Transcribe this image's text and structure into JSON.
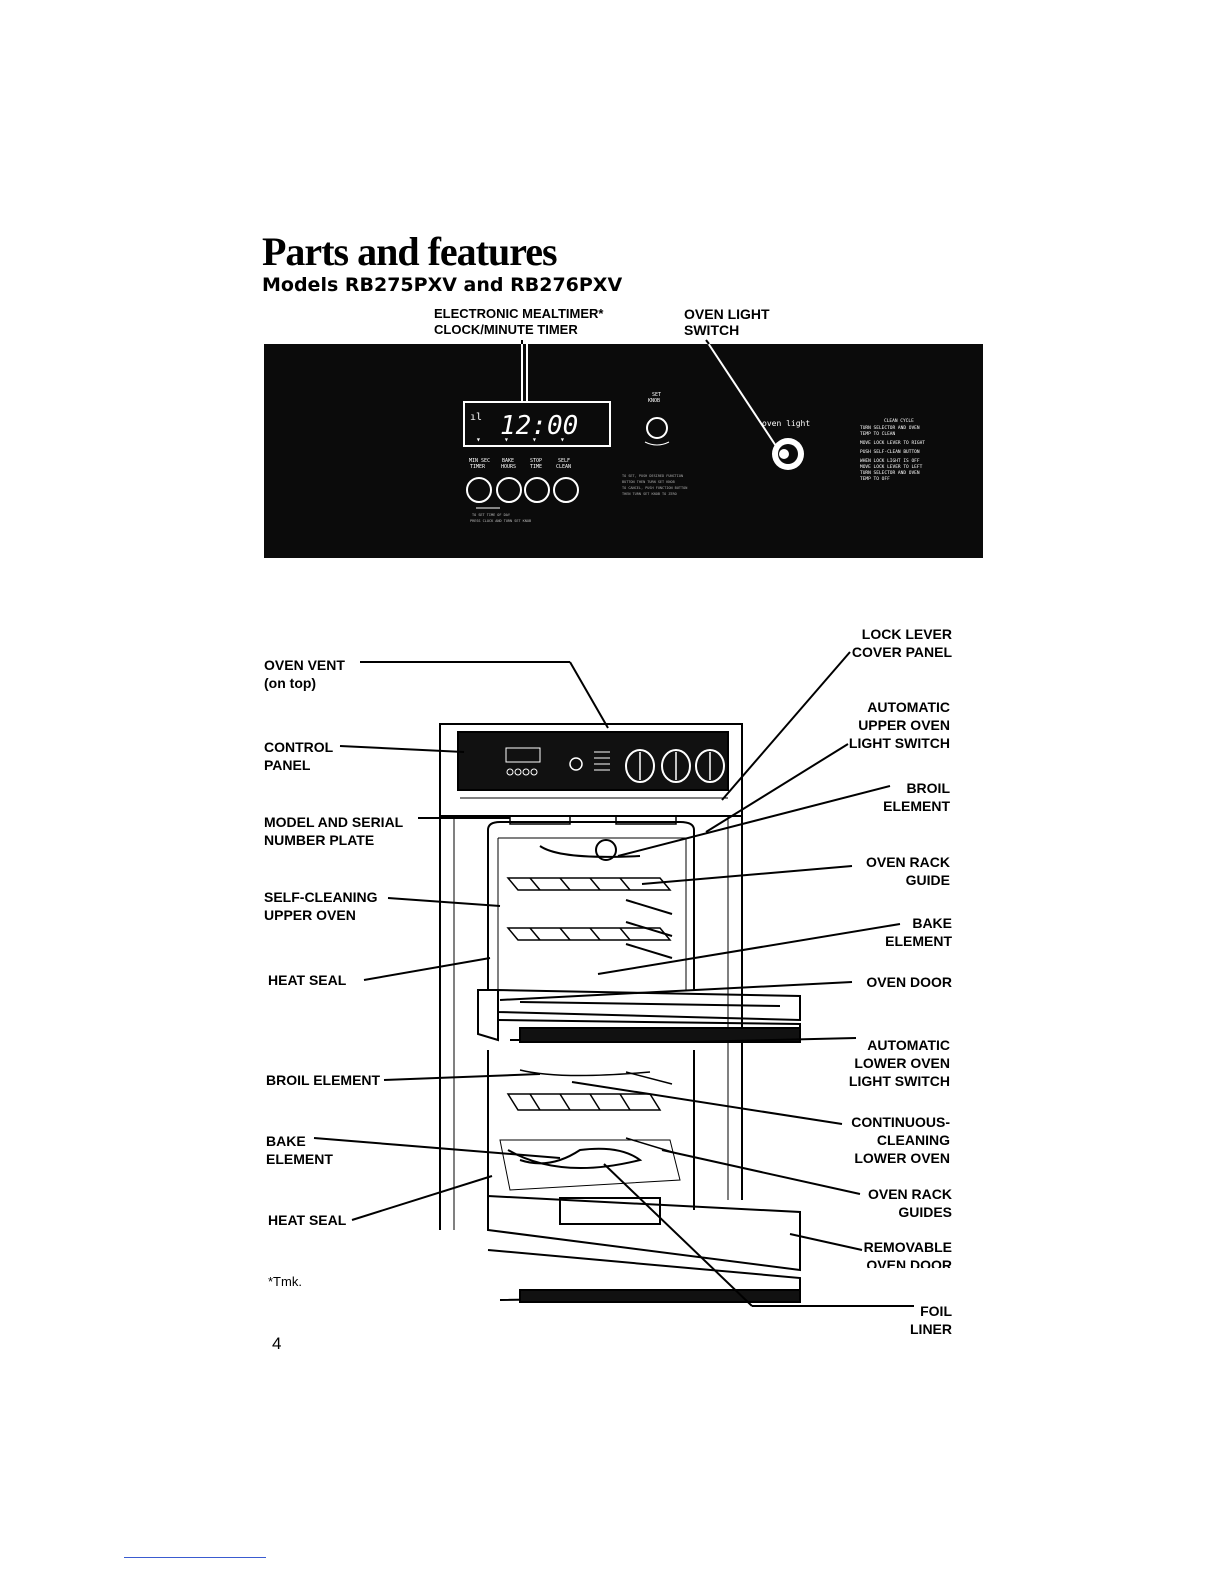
{
  "header": {
    "title": "Parts and features",
    "subtitle": "Models RB275PXV and RB276PXV"
  },
  "panel_callouts": {
    "mealtimer": [
      "ELECTRONIC MEALTIMER*",
      "CLOCK/MINUTE TIMER"
    ],
    "oven_light": [
      "OVEN LIGHT",
      "SWITCH"
    ]
  },
  "control_panel": {
    "display_time": "12:00",
    "set_knob": "SET KNOB",
    "oven_light_text": "oven light"
  },
  "left_labels": {
    "oven_vent": [
      "OVEN VENT",
      "(on top)"
    ],
    "control_panel": [
      "CONTROL",
      "PANEL"
    ],
    "model_serial": [
      "MODEL AND SERIAL",
      "NUMBER PLATE"
    ],
    "self_cleaning": [
      "SELF-CLEANING",
      "UPPER OVEN"
    ],
    "heat_seal_upper": "HEAT SEAL",
    "broil_element_lower": "BROIL ELEMENT",
    "bake_element_lower": [
      "BAKE",
      "ELEMENT"
    ],
    "heat_seal_lower": "HEAT SEAL"
  },
  "right_labels": {
    "lock_lever": [
      "LOCK LEVER",
      "COVER PANEL"
    ],
    "auto_upper_light": [
      "AUTOMATIC",
      "UPPER OVEN",
      "LIGHT SWITCH"
    ],
    "broil_element": [
      "BROIL",
      "ELEMENT"
    ],
    "oven_rack_guide": [
      "OVEN RACK",
      "GUIDE"
    ],
    "bake_element": [
      "BAKE",
      "ELEMENT"
    ],
    "oven_door": "OVEN DOOR",
    "auto_lower_light": [
      "AUTOMATIC",
      "LOWER OVEN",
      "LIGHT SWITCH"
    ],
    "continuous_cleaning": [
      "CONTINUOUS-",
      "CLEANING",
      "LOWER OVEN"
    ],
    "oven_rack_guides": [
      "OVEN RACK",
      "GUIDES"
    ],
    "removable_door": [
      "REMOVABLE",
      "OVEN DOOR"
    ],
    "foil_liner": [
      "FOIL",
      "LINER"
    ]
  },
  "footnote": "*Tmk.",
  "page_number": "4"
}
